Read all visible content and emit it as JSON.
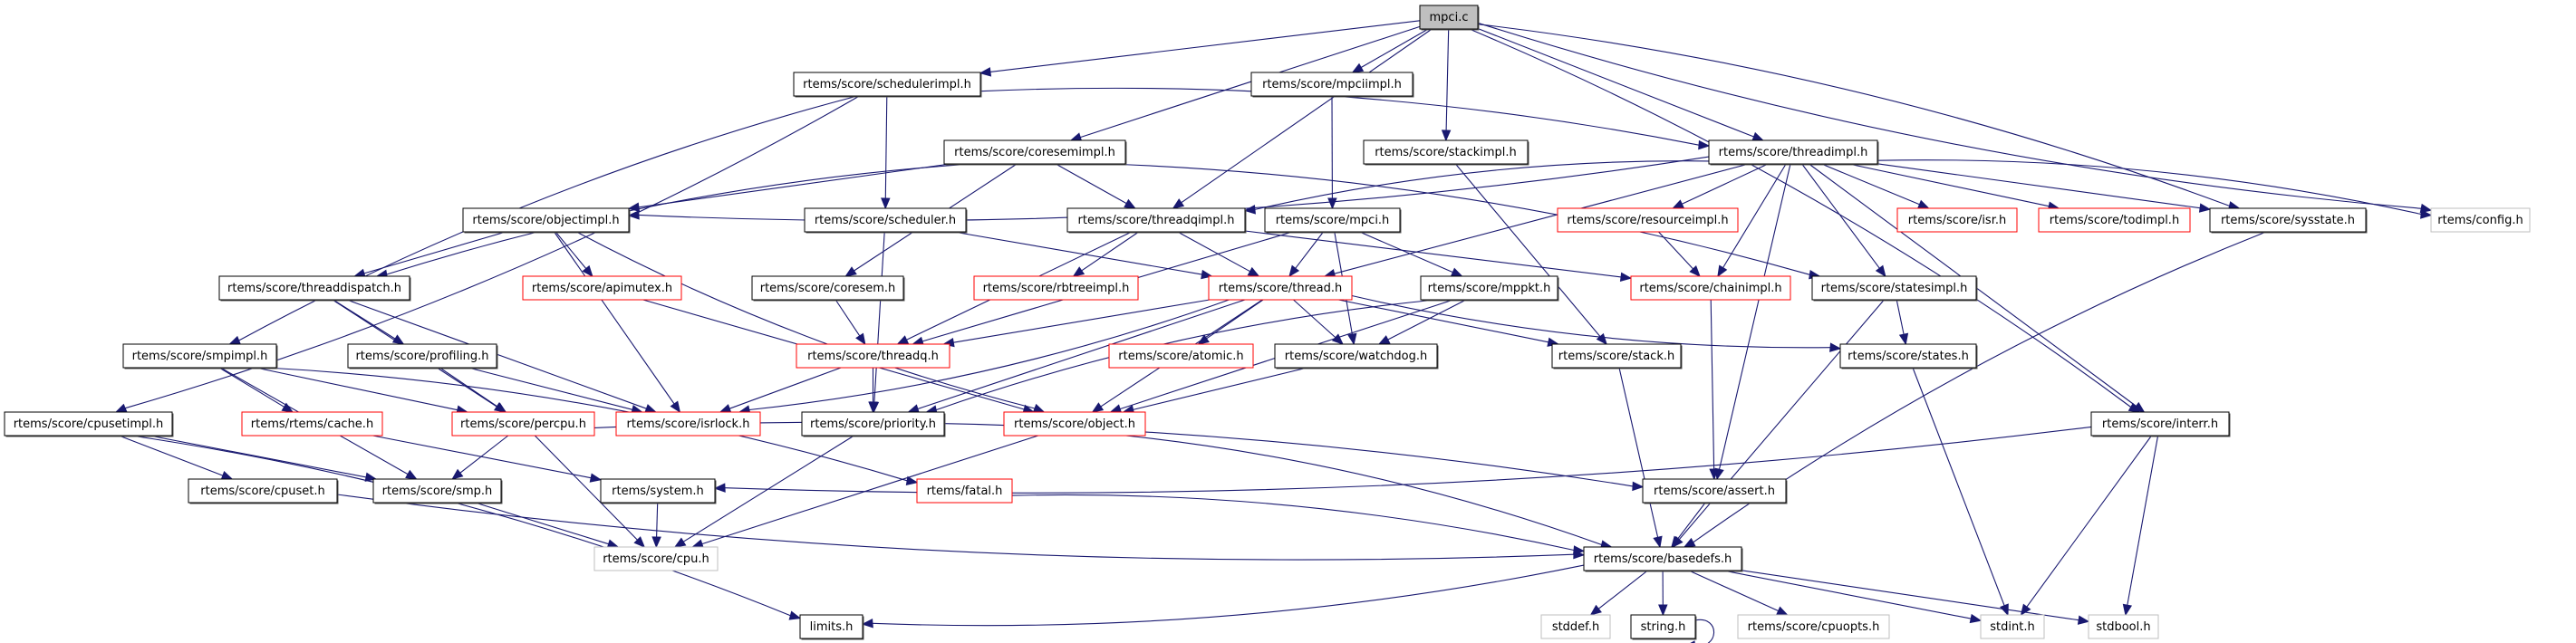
{
  "title": "mpci.c include dependency graph",
  "colors": {
    "edge": "#191970",
    "root_fill": "#bfbfbf",
    "missing_border": "#ff0000",
    "external_border": "#bfbfbf",
    "normal_border": "#000000"
  },
  "nodes": [
    {
      "id": "mpci_c",
      "label": "mpci.c",
      "kind": "root"
    },
    {
      "id": "schedulerimpl",
      "label": "rtems/score/schedulerimpl.h",
      "kind": "normal"
    },
    {
      "id": "mpciimpl",
      "label": "rtems/score/mpciimpl.h",
      "kind": "normal"
    },
    {
      "id": "coresemimpl",
      "label": "rtems/score/coresemimpl.h",
      "kind": "normal"
    },
    {
      "id": "stackimpl",
      "label": "rtems/score/stackimpl.h",
      "kind": "normal"
    },
    {
      "id": "threadimpl",
      "label": "rtems/score/threadimpl.h",
      "kind": "normal"
    },
    {
      "id": "objectimpl",
      "label": "rtems/score/objectimpl.h",
      "kind": "normal"
    },
    {
      "id": "scheduler",
      "label": "rtems/score/scheduler.h",
      "kind": "normal"
    },
    {
      "id": "threadqimpl",
      "label": "rtems/score/threadqimpl.h",
      "kind": "normal"
    },
    {
      "id": "mpci_h",
      "label": "rtems/score/mpci.h",
      "kind": "normal"
    },
    {
      "id": "resourceimpl",
      "label": "rtems/score/resourceimpl.h",
      "kind": "missing"
    },
    {
      "id": "isr",
      "label": "rtems/score/isr.h",
      "kind": "missing"
    },
    {
      "id": "todimpl",
      "label": "rtems/score/todimpl.h",
      "kind": "missing"
    },
    {
      "id": "sysstate",
      "label": "rtems/score/sysstate.h",
      "kind": "normal"
    },
    {
      "id": "config",
      "label": "rtems/config.h",
      "kind": "external"
    },
    {
      "id": "threaddispatch",
      "label": "rtems/score/threaddispatch.h",
      "kind": "normal"
    },
    {
      "id": "apimutex",
      "label": "rtems/score/apimutex.h",
      "kind": "missing"
    },
    {
      "id": "coresem",
      "label": "rtems/score/coresem.h",
      "kind": "normal"
    },
    {
      "id": "rbtreeimpl",
      "label": "rtems/score/rbtreeimpl.h",
      "kind": "missing"
    },
    {
      "id": "thread",
      "label": "rtems/score/thread.h",
      "kind": "missing"
    },
    {
      "id": "mppkt",
      "label": "rtems/score/mppkt.h",
      "kind": "normal"
    },
    {
      "id": "chainimpl",
      "label": "rtems/score/chainimpl.h",
      "kind": "missing"
    },
    {
      "id": "statesimpl",
      "label": "rtems/score/statesimpl.h",
      "kind": "normal"
    },
    {
      "id": "smpimpl",
      "label": "rtems/score/smpimpl.h",
      "kind": "normal"
    },
    {
      "id": "profiling",
      "label": "rtems/score/profiling.h",
      "kind": "normal"
    },
    {
      "id": "threadq",
      "label": "rtems/score/threadq.h",
      "kind": "missing"
    },
    {
      "id": "atomic",
      "label": "rtems/score/atomic.h",
      "kind": "missing"
    },
    {
      "id": "watchdog",
      "label": "rtems/score/watchdog.h",
      "kind": "normal"
    },
    {
      "id": "stack",
      "label": "rtems/score/stack.h",
      "kind": "normal"
    },
    {
      "id": "states",
      "label": "rtems/score/states.h",
      "kind": "normal"
    },
    {
      "id": "cpusetimpl",
      "label": "rtems/score/cpusetimpl.h",
      "kind": "normal"
    },
    {
      "id": "cache",
      "label": "rtems/rtems/cache.h",
      "kind": "missing"
    },
    {
      "id": "percpu",
      "label": "rtems/score/percpu.h",
      "kind": "missing"
    },
    {
      "id": "isrlock",
      "label": "rtems/score/isrlock.h",
      "kind": "missing"
    },
    {
      "id": "priority",
      "label": "rtems/score/priority.h",
      "kind": "normal"
    },
    {
      "id": "object",
      "label": "rtems/score/object.h",
      "kind": "missing"
    },
    {
      "id": "interr",
      "label": "rtems/score/interr.h",
      "kind": "normal"
    },
    {
      "id": "cpuset",
      "label": "rtems/score/cpuset.h",
      "kind": "normal"
    },
    {
      "id": "smp",
      "label": "rtems/score/smp.h",
      "kind": "normal"
    },
    {
      "id": "system",
      "label": "rtems/system.h",
      "kind": "normal"
    },
    {
      "id": "fatal",
      "label": "rtems/fatal.h",
      "kind": "missing"
    },
    {
      "id": "assert",
      "label": "rtems/score/assert.h",
      "kind": "normal"
    },
    {
      "id": "cpu",
      "label": "rtems/score/cpu.h",
      "kind": "external"
    },
    {
      "id": "basedefs",
      "label": "rtems/score/basedefs.h",
      "kind": "normal"
    },
    {
      "id": "limits",
      "label": "limits.h",
      "kind": "normal"
    },
    {
      "id": "stddef",
      "label": "stddef.h",
      "kind": "external"
    },
    {
      "id": "string",
      "label": "string.h",
      "kind": "normal"
    },
    {
      "id": "cpuopts",
      "label": "rtems/score/cpuopts.h",
      "kind": "external"
    },
    {
      "id": "stdint",
      "label": "stdint.h",
      "kind": "external"
    },
    {
      "id": "stdbool",
      "label": "stdbool.h",
      "kind": "external"
    }
  ],
  "edges": [
    [
      "mpci_c",
      "schedulerimpl"
    ],
    [
      "mpci_c",
      "mpciimpl"
    ],
    [
      "mpci_c",
      "coresemimpl"
    ],
    [
      "mpci_c",
      "threadqimpl"
    ],
    [
      "mpci_c",
      "stackimpl"
    ],
    [
      "mpci_c",
      "threadimpl"
    ],
    [
      "mpci_c",
      "sysstate"
    ],
    [
      "mpci_c",
      "config"
    ],
    [
      "mpci_c",
      "interr"
    ],
    [
      "schedulerimpl",
      "smpimpl"
    ],
    [
      "schedulerimpl",
      "cpusetimpl"
    ],
    [
      "schedulerimpl",
      "scheduler"
    ],
    [
      "schedulerimpl",
      "threadimpl"
    ],
    [
      "mpciimpl",
      "mpci_h"
    ],
    [
      "coresemimpl",
      "objectimpl"
    ],
    [
      "coresemimpl",
      "threaddispatch"
    ],
    [
      "coresemimpl",
      "coresem"
    ],
    [
      "coresemimpl",
      "threadqimpl"
    ],
    [
      "coresemimpl",
      "statesimpl"
    ],
    [
      "stackimpl",
      "stack"
    ],
    [
      "threadimpl",
      "objectimpl"
    ],
    [
      "threadimpl",
      "threadqimpl"
    ],
    [
      "threadimpl",
      "thread"
    ],
    [
      "threadimpl",
      "resourceimpl"
    ],
    [
      "threadimpl",
      "chainimpl"
    ],
    [
      "threadimpl",
      "isr"
    ],
    [
      "threadimpl",
      "todimpl"
    ],
    [
      "threadimpl",
      "sysstate"
    ],
    [
      "threadimpl",
      "config"
    ],
    [
      "threadimpl",
      "statesimpl"
    ],
    [
      "threadimpl",
      "assert"
    ],
    [
      "threadimpl",
      "interr"
    ],
    [
      "objectimpl",
      "threaddispatch"
    ],
    [
      "objectimpl",
      "apimutex"
    ],
    [
      "objectimpl",
      "isrlock"
    ],
    [
      "objectimpl",
      "object"
    ],
    [
      "scheduler",
      "thread"
    ],
    [
      "scheduler",
      "priority"
    ],
    [
      "threadqimpl",
      "threadq"
    ],
    [
      "threadqimpl",
      "rbtreeimpl"
    ],
    [
      "threadqimpl",
      "thread"
    ],
    [
      "threadqimpl",
      "chainimpl"
    ],
    [
      "mpci_h",
      "threadq"
    ],
    [
      "mpci_h",
      "thread"
    ],
    [
      "mpci_h",
      "mppkt"
    ],
    [
      "mpci_h",
      "watchdog"
    ],
    [
      "resourceimpl",
      "chainimpl"
    ],
    [
      "sysstate",
      "basedefs"
    ],
    [
      "threaddispatch",
      "profiling"
    ],
    [
      "threaddispatch",
      "percpu"
    ],
    [
      "threaddispatch",
      "isrlock"
    ],
    [
      "apimutex",
      "object"
    ],
    [
      "coresem",
      "threadq"
    ],
    [
      "thread",
      "threadq"
    ],
    [
      "thread",
      "atomic"
    ],
    [
      "thread",
      "watchdog"
    ],
    [
      "thread",
      "stack"
    ],
    [
      "thread",
      "states"
    ],
    [
      "thread",
      "isrlock"
    ],
    [
      "thread",
      "priority"
    ],
    [
      "thread",
      "object"
    ],
    [
      "mppkt",
      "watchdog"
    ],
    [
      "mppkt",
      "object"
    ],
    [
      "mppkt",
      "priority"
    ],
    [
      "chainimpl",
      "assert"
    ],
    [
      "statesimpl",
      "states"
    ],
    [
      "statesimpl",
      "basedefs"
    ],
    [
      "smpimpl",
      "cache"
    ],
    [
      "smpimpl",
      "percpu"
    ],
    [
      "smpimpl",
      "smp"
    ],
    [
      "smpimpl",
      "fatal"
    ],
    [
      "profiling",
      "percpu"
    ],
    [
      "profiling",
      "isrlock"
    ],
    [
      "threadq",
      "isrlock"
    ],
    [
      "threadq",
      "priority"
    ],
    [
      "watchdog",
      "object"
    ],
    [
      "stack",
      "basedefs"
    ],
    [
      "states",
      "stdint"
    ],
    [
      "cpusetimpl",
      "cpuset"
    ],
    [
      "cpusetimpl",
      "smp"
    ],
    [
      "cpusetimpl",
      "limits"
    ],
    [
      "cache",
      "system"
    ],
    [
      "percpu",
      "smp"
    ],
    [
      "percpu",
      "cpu"
    ],
    [
      "percpu",
      "assert"
    ],
    [
      "priority",
      "cpu"
    ],
    [
      "object",
      "basedefs"
    ],
    [
      "object",
      "cpu"
    ],
    [
      "interr",
      "system"
    ],
    [
      "interr",
      "stdint"
    ],
    [
      "interr",
      "stdbool"
    ],
    [
      "cpuset",
      "basedefs"
    ],
    [
      "smp",
      "cpu"
    ],
    [
      "system",
      "cpu"
    ],
    [
      "fatal",
      "basedefs"
    ],
    [
      "assert",
      "basedefs"
    ],
    [
      "basedefs",
      "limits"
    ],
    [
      "basedefs",
      "stddef"
    ],
    [
      "basedefs",
      "string"
    ],
    [
      "basedefs",
      "cpuopts"
    ],
    [
      "basedefs",
      "stdint"
    ],
    [
      "basedefs",
      "stdbool"
    ],
    [
      "string",
      "string"
    ]
  ]
}
